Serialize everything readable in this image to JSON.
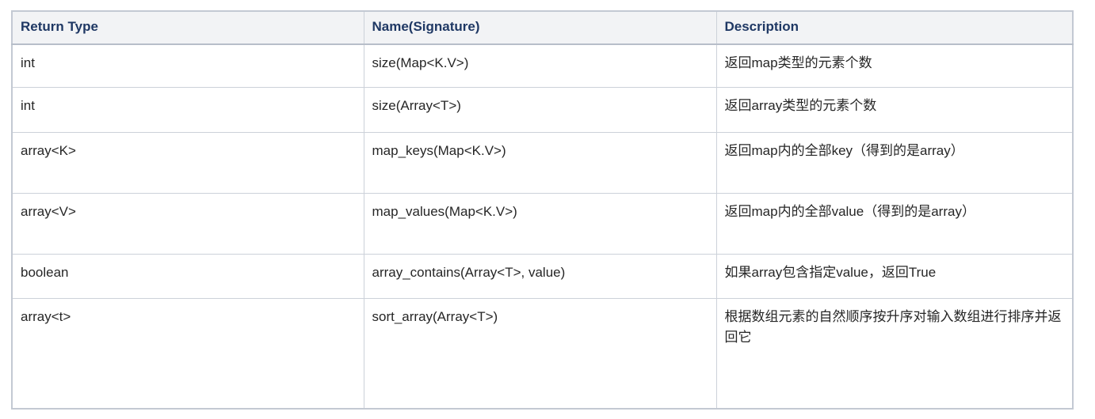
{
  "table": {
    "headers": [
      "Return Type",
      "Name(Signature)",
      "Description"
    ],
    "rows": [
      {
        "return_type": "int",
        "signature": "size(Map<K.V>)",
        "description": "返回map类型的元素个数"
      },
      {
        "return_type": "int",
        "signature": "size(Array<T>)",
        "description": "返回array类型的元素个数"
      },
      {
        "return_type": "array<K>",
        "signature": "map_keys(Map<K.V>)",
        "description": "返回map内的全部key（得到的是array）"
      },
      {
        "return_type": "array<V>",
        "signature": "map_values(Map<K.V>)",
        "description": "返回map内的全部value（得到的是array）"
      },
      {
        "return_type": "boolean",
        "signature": "array_contains(Array<T>, value)",
        "description": "如果array包含指定value，返回True"
      },
      {
        "return_type": "array<t>",
        "signature": "sort_array(Array<T>)",
        "description": "根据数组元素的自然顺序按升序对输入数组进行排序并返回它"
      }
    ],
    "colors": {
      "header_text": "#1f3864",
      "header_bg": "#f2f3f5",
      "body_text": "#262626",
      "outer_border": "#c3c9d3",
      "inner_border": "#ccd1d9",
      "header_bottom_border": "#b7bec9"
    }
  }
}
